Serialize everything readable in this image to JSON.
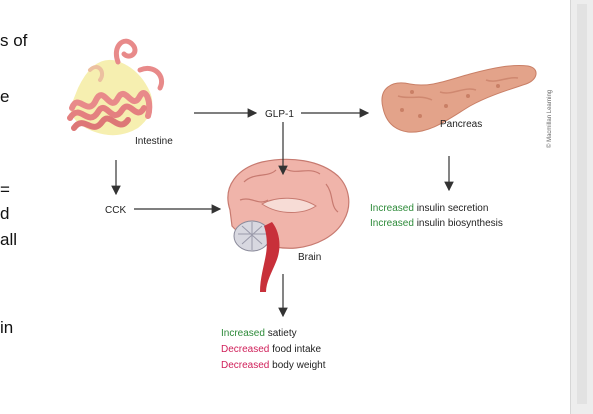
{
  "slide_fragments": [
    "s of",
    "e",
    "=",
    "d",
    "all",
    "in"
  ],
  "diagram": {
    "nodes": {
      "intestine": "Intestine",
      "glp1": "GLP-1",
      "pancreas": "Pancreas",
      "cck": "CCK",
      "brain": "Brain"
    },
    "pancreas_effects": [
      {
        "qualifier": "Increased",
        "text": "insulin secretion",
        "color": "#2e8b3a"
      },
      {
        "qualifier": "Increased",
        "text": "insulin biosynthesis",
        "color": "#2e8b3a"
      }
    ],
    "brain_effects": [
      {
        "qualifier": "Increased",
        "text": "satiety",
        "color": "#2e8b3a"
      },
      {
        "qualifier": "Decreased",
        "text": "food intake",
        "color": "#d0205a"
      },
      {
        "qualifier": "Decreased",
        "text": "body weight",
        "color": "#d0205a"
      }
    ],
    "credit": "© Macmillan Learning"
  }
}
